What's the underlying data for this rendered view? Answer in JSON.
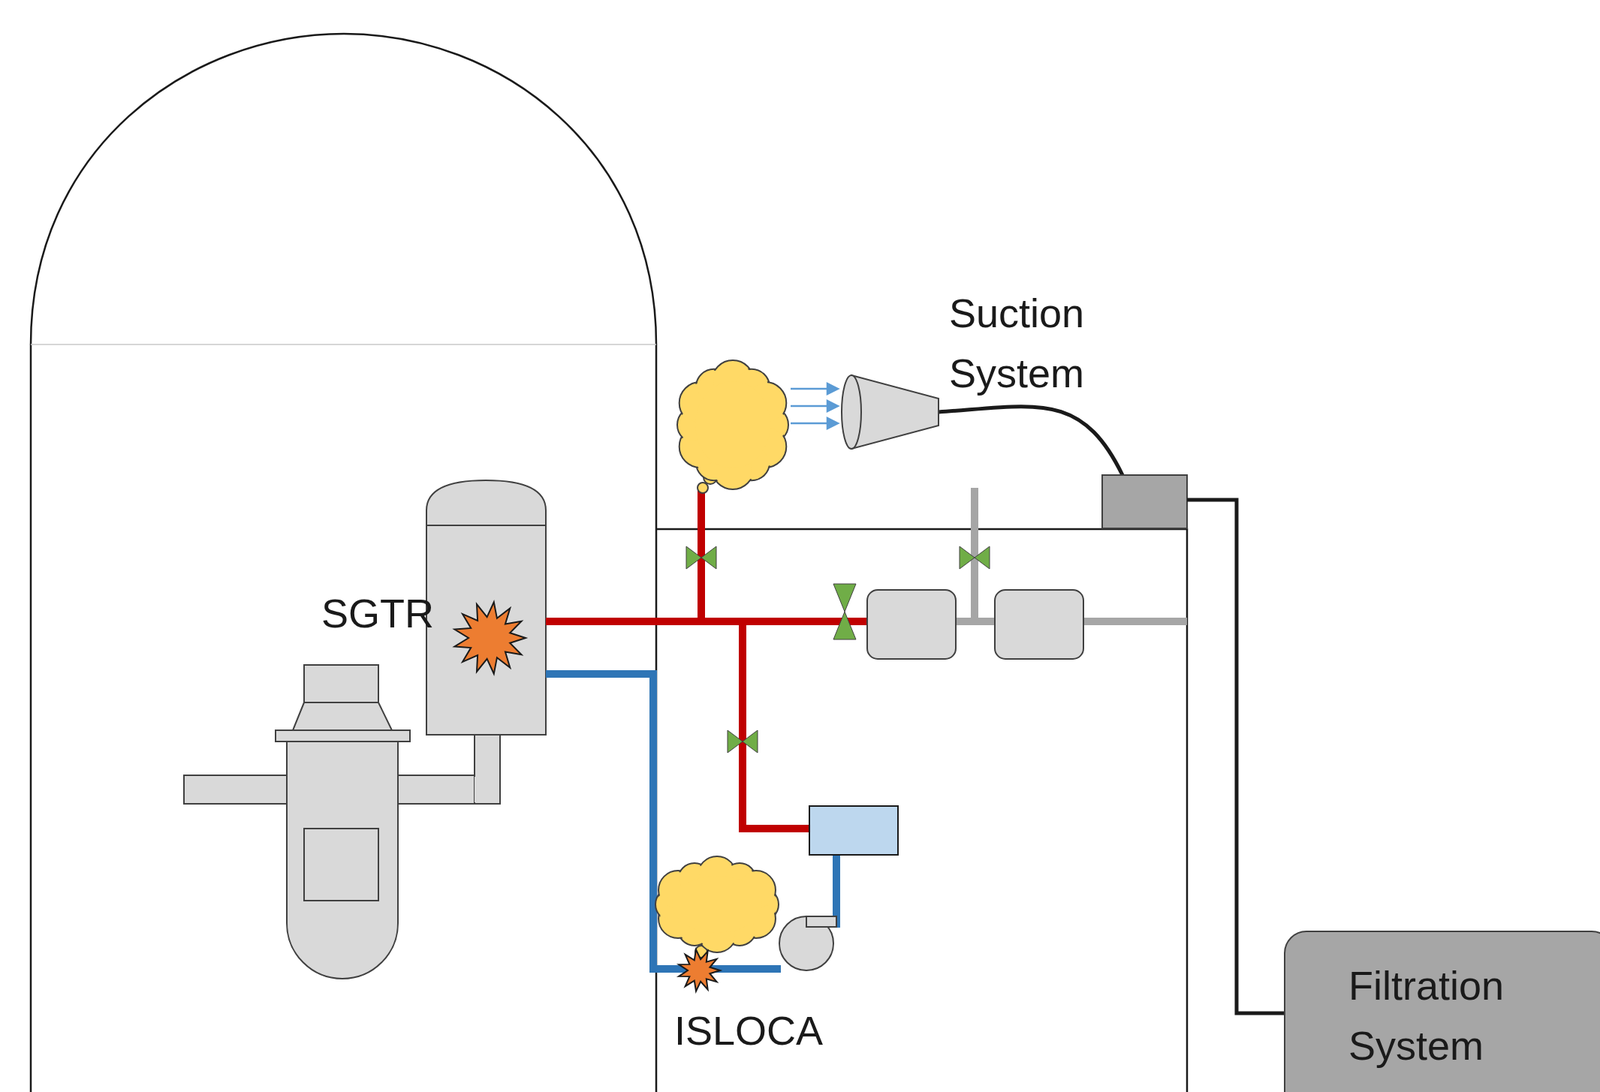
{
  "diagram": {
    "nodes": [
      {
        "text": [
          "Filtration System"
        ]
      }
    ],
    "labels": [
      "Suction System",
      "SGTR",
      "ISLOCA"
    ]
  }
}
